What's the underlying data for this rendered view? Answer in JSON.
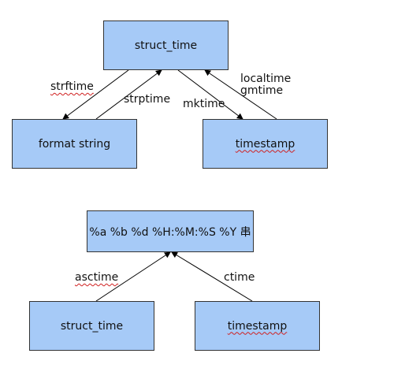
{
  "top_diagram": {
    "nodes": {
      "struct_time": "struct_time",
      "format_string": "format string",
      "timestamp": "timestamp"
    },
    "edges": {
      "strftime": "strftime",
      "strptime": "strptime",
      "mktime": "mktime",
      "localtime": "localtime",
      "gmtime": "gmtime"
    }
  },
  "bottom_diagram": {
    "nodes": {
      "format_result": "%a %b %d %H:%M:%S %Y 串",
      "struct_time": "struct_time",
      "timestamp": "timestamp"
    },
    "edges": {
      "asctime": "asctime",
      "ctime": "ctime"
    }
  },
  "colors": {
    "box_fill": "#a6caf7",
    "box_border": "#333333",
    "arrow": "#000000"
  }
}
